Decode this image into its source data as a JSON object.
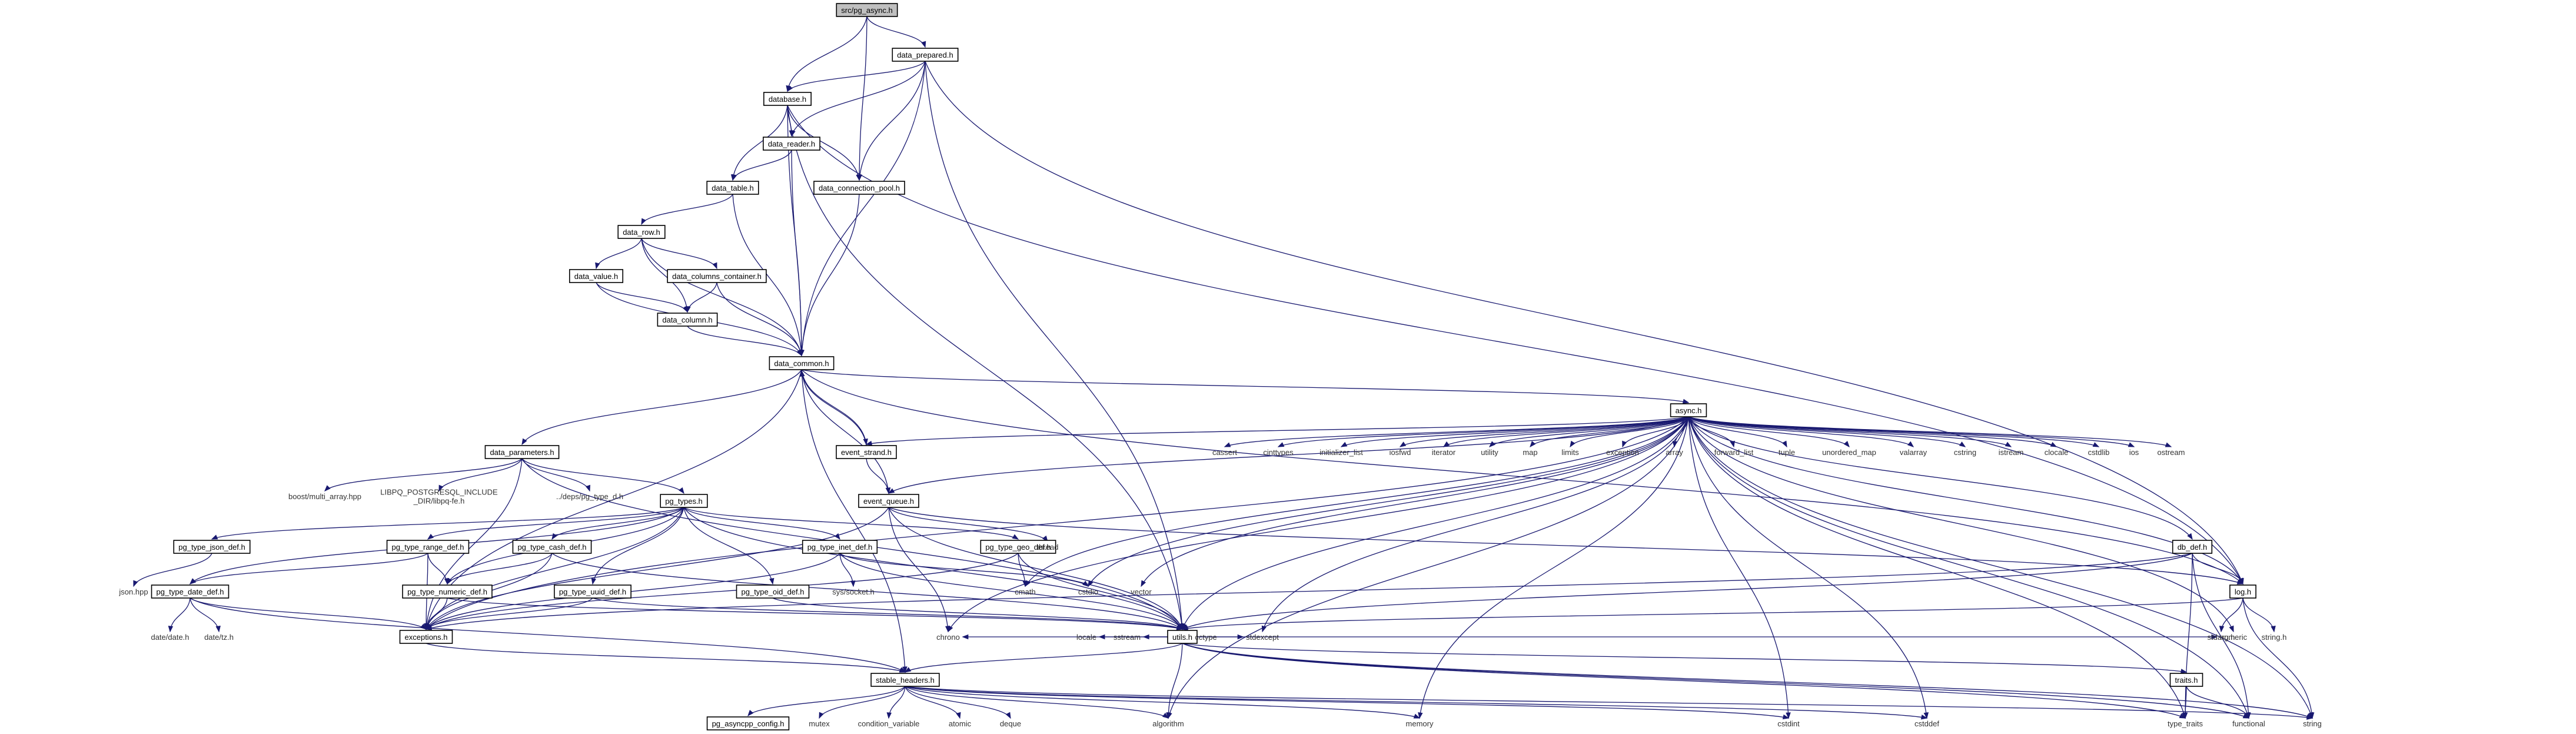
{
  "title": "src/pg_async.h",
  "colors": {
    "edge": "#191970",
    "root_fill": "#bfbfbf",
    "node_fill": "#ffffff",
    "text": "#000000"
  },
  "nodes": [
    {
      "id": "root",
      "label": "src/pg_async.h",
      "kind": "root"
    },
    {
      "id": "data_prepared",
      "label": "data_prepared.h",
      "kind": "file"
    },
    {
      "id": "database",
      "label": "database.h",
      "kind": "file"
    },
    {
      "id": "data_reader",
      "label": "data_reader.h",
      "kind": "file"
    },
    {
      "id": "data_table",
      "label": "data_table.h",
      "kind": "file"
    },
    {
      "id": "data_connection_pool",
      "label": "data_connection_pool.h",
      "kind": "file"
    },
    {
      "id": "data_row",
      "label": "data_row.h",
      "kind": "file"
    },
    {
      "id": "data_value",
      "label": "data_value.h",
      "kind": "file"
    },
    {
      "id": "data_columns_container",
      "label": "data_columns_container.h",
      "kind": "file"
    },
    {
      "id": "data_column",
      "label": "data_column.h",
      "kind": "file"
    },
    {
      "id": "data_common",
      "label": "data_common.h",
      "kind": "file"
    },
    {
      "id": "async",
      "label": "async.h",
      "kind": "file"
    },
    {
      "id": "event_strand",
      "label": "event_strand.h",
      "kind": "file"
    },
    {
      "id": "data_parameters",
      "label": "data_parameters.h",
      "kind": "file"
    },
    {
      "id": "event_queue",
      "label": "event_queue.h",
      "kind": "file"
    },
    {
      "id": "pg_types",
      "label": "pg_types.h",
      "kind": "file"
    },
    {
      "id": "pg_type_json_def",
      "label": "pg_type_json_def.h",
      "kind": "file"
    },
    {
      "id": "pg_type_range_def",
      "label": "pg_type_range_def.h",
      "kind": "file"
    },
    {
      "id": "pg_type_cash_def",
      "label": "pg_type_cash_def.h",
      "kind": "file"
    },
    {
      "id": "pg_type_inet_def",
      "label": "pg_type_inet_def.h",
      "kind": "file"
    },
    {
      "id": "pg_type_geo_def",
      "label": "pg_type_geo_def.h",
      "kind": "file"
    },
    {
      "id": "pg_type_date_def",
      "label": "pg_type_date_def.h",
      "kind": "file"
    },
    {
      "id": "pg_type_numeric_def",
      "label": "pg_type_numeric_def.h",
      "kind": "file"
    },
    {
      "id": "pg_type_uuid_def",
      "label": "pg_type_uuid_def.h",
      "kind": "file"
    },
    {
      "id": "pg_type_oid_def",
      "label": "pg_type_oid_def.h",
      "kind": "file"
    },
    {
      "id": "db_def",
      "label": "db_def.h",
      "kind": "file"
    },
    {
      "id": "log",
      "label": "log.h",
      "kind": "file"
    },
    {
      "id": "exceptions",
      "label": "exceptions.h",
      "kind": "file"
    },
    {
      "id": "utils",
      "label": "utils.h",
      "kind": "file"
    },
    {
      "id": "stable_headers",
      "label": "stable_headers.h",
      "kind": "file"
    },
    {
      "id": "traits",
      "label": "traits.h",
      "kind": "file"
    },
    {
      "id": "pg_asyncpp_config",
      "label": "pg_asyncpp_config.h",
      "kind": "file"
    },
    {
      "id": "boost_multi_array",
      "label": "boost/multi_array.hpp",
      "kind": "ext"
    },
    {
      "id": "libpq_include",
      "label": "LIBPQ_POSTGRESQL_INCLUDE_DIR/libpq-fe.h",
      "kind": "ext"
    },
    {
      "id": "deps_pg_type",
      "label": "../deps/pg_type_d.h",
      "kind": "ext"
    },
    {
      "id": "json_hpp",
      "label": "json.hpp",
      "kind": "ext"
    },
    {
      "id": "date_date",
      "label": "date/date.h",
      "kind": "ext"
    },
    {
      "id": "date_tz",
      "label": "date/tz.h",
      "kind": "ext"
    },
    {
      "id": "thread",
      "label": "thread",
      "kind": "ext"
    },
    {
      "id": "sys_socket",
      "label": "sys/socket.h",
      "kind": "ext"
    },
    {
      "id": "cmath",
      "label": "cmath",
      "kind": "ext"
    },
    {
      "id": "cstdio",
      "label": "cstdio",
      "kind": "ext"
    },
    {
      "id": "vector",
      "label": "vector",
      "kind": "ext"
    },
    {
      "id": "cassert",
      "label": "cassert",
      "kind": "ext"
    },
    {
      "id": "cinttypes",
      "label": "cinttypes",
      "kind": "ext"
    },
    {
      "id": "initializer_list",
      "label": "initializer_list",
      "kind": "ext"
    },
    {
      "id": "iosfwd",
      "label": "iosfwd",
      "kind": "ext"
    },
    {
      "id": "iterator",
      "label": "iterator",
      "kind": "ext"
    },
    {
      "id": "utility",
      "label": "utility",
      "kind": "ext"
    },
    {
      "id": "map",
      "label": "map",
      "kind": "ext"
    },
    {
      "id": "limits",
      "label": "limits",
      "kind": "ext"
    },
    {
      "id": "exception",
      "label": "exception",
      "kind": "ext"
    },
    {
      "id": "array",
      "label": "array",
      "kind": "ext"
    },
    {
      "id": "forward_list",
      "label": "forward_list",
      "kind": "ext"
    },
    {
      "id": "tuple",
      "label": "tuple",
      "kind": "ext"
    },
    {
      "id": "unordered_map",
      "label": "unordered_map",
      "kind": "ext"
    },
    {
      "id": "valarray",
      "label": "valarray",
      "kind": "ext"
    },
    {
      "id": "cstring",
      "label": "cstring",
      "kind": "ext"
    },
    {
      "id": "istream",
      "label": "istream",
      "kind": "ext"
    },
    {
      "id": "clocale",
      "label": "clocale",
      "kind": "ext"
    },
    {
      "id": "cstdlib",
      "label": "cstdlib",
      "kind": "ext"
    },
    {
      "id": "ios",
      "label": "ios",
      "kind": "ext"
    },
    {
      "id": "ostream",
      "label": "ostream",
      "kind": "ext"
    },
    {
      "id": "stdarg",
      "label": "stdarg.h",
      "kind": "ext"
    },
    {
      "id": "string_h",
      "label": "string.h",
      "kind": "ext"
    },
    {
      "id": "chrono",
      "label": "chrono",
      "kind": "ext"
    },
    {
      "id": "locale",
      "label": "locale",
      "kind": "ext"
    },
    {
      "id": "sstream",
      "label": "sstream",
      "kind": "ext"
    },
    {
      "id": "cctype",
      "label": "cctype",
      "kind": "ext"
    },
    {
      "id": "stdexcept",
      "label": "stdexcept",
      "kind": "ext"
    },
    {
      "id": "numeric",
      "label": "numeric",
      "kind": "ext"
    },
    {
      "id": "mutex",
      "label": "mutex",
      "kind": "ext"
    },
    {
      "id": "condition_variable",
      "label": "condition_variable",
      "kind": "ext"
    },
    {
      "id": "atomic",
      "label": "atomic",
      "kind": "ext"
    },
    {
      "id": "deque",
      "label": "deque",
      "kind": "ext"
    },
    {
      "id": "algorithm",
      "label": "algorithm",
      "kind": "ext"
    },
    {
      "id": "memory",
      "label": "memory",
      "kind": "ext"
    },
    {
      "id": "cstdint",
      "label": "cstdint",
      "kind": "ext"
    },
    {
      "id": "cstddef",
      "label": "cstddef",
      "kind": "ext"
    },
    {
      "id": "type_traits",
      "label": "type_traits",
      "kind": "ext"
    },
    {
      "id": "functional",
      "label": "functional",
      "kind": "ext"
    },
    {
      "id": "string",
      "label": "string",
      "kind": "ext"
    }
  ],
  "edges": [
    [
      "root",
      "data_prepared"
    ],
    [
      "root",
      "database"
    ],
    [
      "root",
      "data_connection_pool"
    ],
    [
      "data_prepared",
      "database"
    ],
    [
      "data_prepared",
      "data_reader"
    ],
    [
      "data_prepared",
      "data_connection_pool"
    ],
    [
      "data_prepared",
      "data_common"
    ],
    [
      "data_prepared",
      "utils"
    ],
    [
      "data_prepared",
      "log"
    ],
    [
      "database",
      "data_reader"
    ],
    [
      "database",
      "data_table"
    ],
    [
      "database",
      "data_connection_pool"
    ],
    [
      "database",
      "data_common"
    ],
    [
      "database",
      "utils"
    ],
    [
      "database",
      "log"
    ],
    [
      "data_reader",
      "data_table"
    ],
    [
      "data_reader",
      "data_common"
    ],
    [
      "data_table",
      "data_row"
    ],
    [
      "data_table",
      "data_common"
    ],
    [
      "data_connection_pool",
      "data_common"
    ],
    [
      "data_row",
      "data_value"
    ],
    [
      "data_row",
      "data_columns_container"
    ],
    [
      "data_row",
      "data_column"
    ],
    [
      "data_row",
      "data_common"
    ],
    [
      "data_value",
      "data_column"
    ],
    [
      "data_value",
      "data_common"
    ],
    [
      "data_columns_container",
      "data_column"
    ],
    [
      "data_columns_container",
      "data_common"
    ],
    [
      "data_column",
      "data_common"
    ],
    [
      "data_common",
      "async"
    ],
    [
      "data_common",
      "event_strand"
    ],
    [
      "data_common",
      "data_parameters"
    ],
    [
      "data_common",
      "event_queue"
    ],
    [
      "data_common",
      "exceptions"
    ],
    [
      "data_common",
      "stable_headers"
    ],
    [
      "data_common",
      "log"
    ],
    [
      "event_strand",
      "data_common"
    ],
    [
      "event_strand",
      "event_queue"
    ],
    [
      "async",
      "event_strand"
    ],
    [
      "async",
      "event_queue"
    ],
    [
      "async",
      "db_def"
    ],
    [
      "async",
      "log"
    ],
    [
      "async",
      "utils"
    ],
    [
      "async",
      "exceptions"
    ],
    [
      "async",
      "cmath"
    ],
    [
      "async",
      "cstdio"
    ],
    [
      "async",
      "vector"
    ],
    [
      "async",
      "chrono"
    ],
    [
      "async",
      "stdexcept"
    ],
    [
      "async",
      "algorithm"
    ],
    [
      "async",
      "memory"
    ],
    [
      "async",
      "numeric"
    ],
    [
      "async",
      "cstdint"
    ],
    [
      "async",
      "cstddef"
    ],
    [
      "async",
      "type_traits"
    ],
    [
      "async",
      "functional"
    ],
    [
      "async",
      "string"
    ],
    [
      "async",
      "cassert"
    ],
    [
      "async",
      "cinttypes"
    ],
    [
      "async",
      "initializer_list"
    ],
    [
      "async",
      "iosfwd"
    ],
    [
      "async",
      "iterator"
    ],
    [
      "async",
      "utility"
    ],
    [
      "async",
      "map"
    ],
    [
      "async",
      "limits"
    ],
    [
      "async",
      "exception"
    ],
    [
      "async",
      "array"
    ],
    [
      "async",
      "forward_list"
    ],
    [
      "async",
      "tuple"
    ],
    [
      "async",
      "unordered_map"
    ],
    [
      "async",
      "valarray"
    ],
    [
      "async",
      "cstring"
    ],
    [
      "async",
      "istream"
    ],
    [
      "async",
      "clocale"
    ],
    [
      "async",
      "cstdlib"
    ],
    [
      "async",
      "ios"
    ],
    [
      "async",
      "ostream"
    ],
    [
      "data_parameters",
      "pg_types"
    ],
    [
      "data_parameters",
      "boost_multi_array"
    ],
    [
      "data_parameters",
      "libpq_include"
    ],
    [
      "data_parameters",
      "deps_pg_type"
    ],
    [
      "data_parameters",
      "utils"
    ],
    [
      "data_parameters",
      "exceptions"
    ],
    [
      "event_queue",
      "thread"
    ],
    [
      "event_queue",
      "chrono"
    ],
    [
      "event_queue",
      "utils"
    ],
    [
      "event_queue",
      "log"
    ],
    [
      "event_queue",
      "exceptions"
    ],
    [
      "pg_types",
      "pg_type_json_def"
    ],
    [
      "pg_types",
      "pg_type_range_def"
    ],
    [
      "pg_types",
      "pg_type_cash_def"
    ],
    [
      "pg_types",
      "pg_type_inet_def"
    ],
    [
      "pg_types",
      "pg_type_geo_def"
    ],
    [
      "pg_types",
      "pg_type_date_def"
    ],
    [
      "pg_types",
      "pg_type_numeric_def"
    ],
    [
      "pg_types",
      "pg_type_uuid_def"
    ],
    [
      "pg_types",
      "pg_type_oid_def"
    ],
    [
      "pg_types",
      "exceptions"
    ],
    [
      "pg_types",
      "utils"
    ],
    [
      "pg_type_json_def",
      "json_hpp"
    ],
    [
      "pg_type_range_def",
      "pg_type_date_def"
    ],
    [
      "pg_type_range_def",
      "pg_type_numeric_def"
    ],
    [
      "pg_type_range_def",
      "exceptions"
    ],
    [
      "pg_type_cash_def",
      "pg_type_numeric_def"
    ],
    [
      "pg_type_cash_def",
      "exceptions"
    ],
    [
      "pg_type_cash_def",
      "utils"
    ],
    [
      "pg_type_inet_def",
      "sys_socket"
    ],
    [
      "pg_type_inet_def",
      "cstdio"
    ],
    [
      "pg_type_inet_def",
      "exceptions"
    ],
    [
      "pg_type_inet_def",
      "utils"
    ],
    [
      "pg_type_geo_def",
      "cmath"
    ],
    [
      "pg_type_geo_def",
      "exceptions"
    ],
    [
      "pg_type_geo_def",
      "utils"
    ],
    [
      "pg_type_date_def",
      "date_date"
    ],
    [
      "pg_type_date_def",
      "date_tz"
    ],
    [
      "pg_type_date_def",
      "exceptions"
    ],
    [
      "pg_type_date_def",
      "stable_headers"
    ],
    [
      "pg_type_numeric_def",
      "exceptions"
    ],
    [
      "pg_type_numeric_def",
      "utils"
    ],
    [
      "pg_type_uuid_def",
      "exceptions"
    ],
    [
      "pg_type_uuid_def",
      "utils"
    ],
    [
      "pg_type_oid_def",
      "utils"
    ],
    [
      "db_def",
      "log"
    ],
    [
      "db_def",
      "exceptions"
    ],
    [
      "db_def",
      "utils"
    ],
    [
      "db_def",
      "functional"
    ],
    [
      "db_def",
      "type_traits"
    ],
    [
      "log",
      "stdarg"
    ],
    [
      "log",
      "string_h"
    ],
    [
      "log",
      "string"
    ],
    [
      "log",
      "utils"
    ],
    [
      "exceptions",
      "stable_headers"
    ],
    [
      "utils",
      "stable_headers"
    ],
    [
      "utils",
      "chrono"
    ],
    [
      "utils",
      "locale"
    ],
    [
      "utils",
      "sstream"
    ],
    [
      "utils",
      "cctype"
    ],
    [
      "utils",
      "stdexcept"
    ],
    [
      "utils",
      "algorithm"
    ],
    [
      "utils",
      "numeric"
    ],
    [
      "utils",
      "traits"
    ],
    [
      "utils",
      "type_traits"
    ],
    [
      "utils",
      "functional"
    ],
    [
      "utils",
      "string"
    ],
    [
      "traits",
      "type_traits"
    ],
    [
      "traits",
      "functional"
    ],
    [
      "stable_headers",
      "pg_asyncpp_config"
    ],
    [
      "stable_headers",
      "mutex"
    ],
    [
      "stable_headers",
      "condition_variable"
    ],
    [
      "stable_headers",
      "atomic"
    ],
    [
      "stable_headers",
      "deque"
    ],
    [
      "stable_headers",
      "algorithm"
    ],
    [
      "stable_headers",
      "memory"
    ],
    [
      "stable_headers",
      "cstdint"
    ],
    [
      "stable_headers",
      "cstddef"
    ],
    [
      "stable_headers",
      "string"
    ]
  ]
}
